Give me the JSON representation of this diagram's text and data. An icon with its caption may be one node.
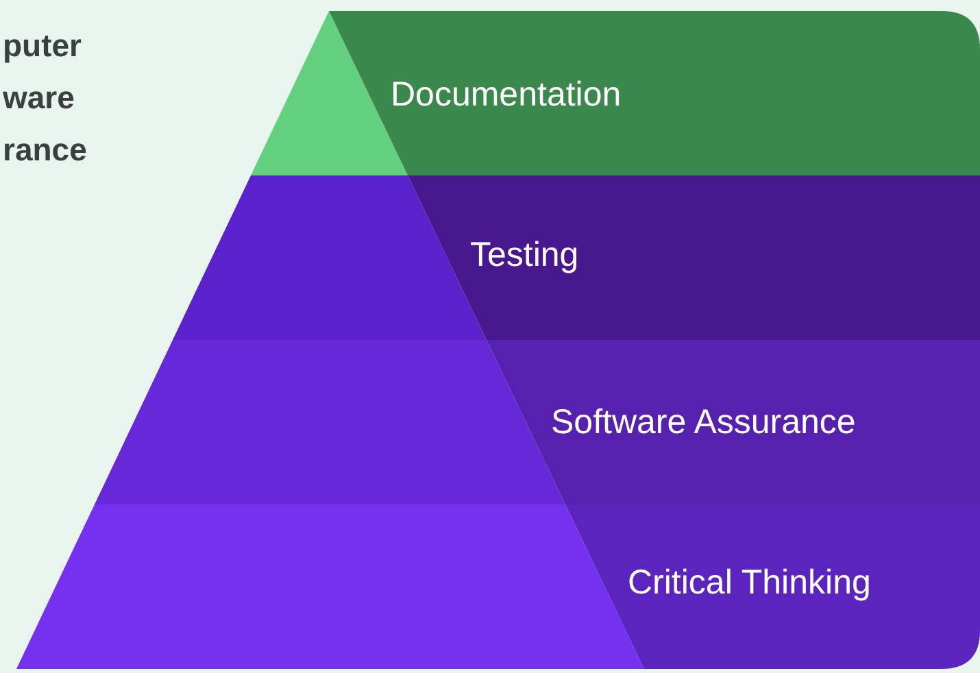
{
  "diagram": {
    "nodes": [
      {
        "text": [
          "Documentation"
        ]
      },
      {
        "text": [
          "Testing"
        ]
      },
      {
        "text": [
          "Software Assurance"
        ]
      },
      {
        "text": [
          "Critical Thinking"
        ]
      }
    ],
    "labels": [
      "puter ware rance"
    ]
  }
}
